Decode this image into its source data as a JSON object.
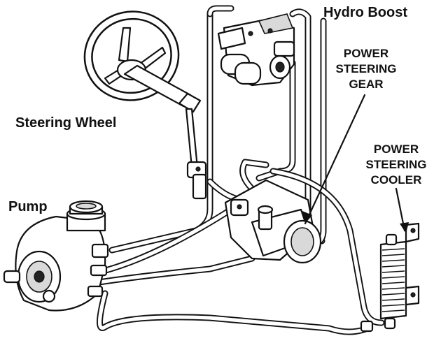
{
  "labels": {
    "hydro_boost": "Hydro Boost",
    "steering_gear": [
      "POWER",
      "STEERING",
      "GEAR"
    ],
    "steering_wheel": "Steering Wheel",
    "cooler": [
      "POWER",
      "STEERING",
      "COOLER"
    ],
    "pump": "Pump"
  },
  "colors": {
    "ink": "#111111",
    "background": "#ffffff"
  }
}
